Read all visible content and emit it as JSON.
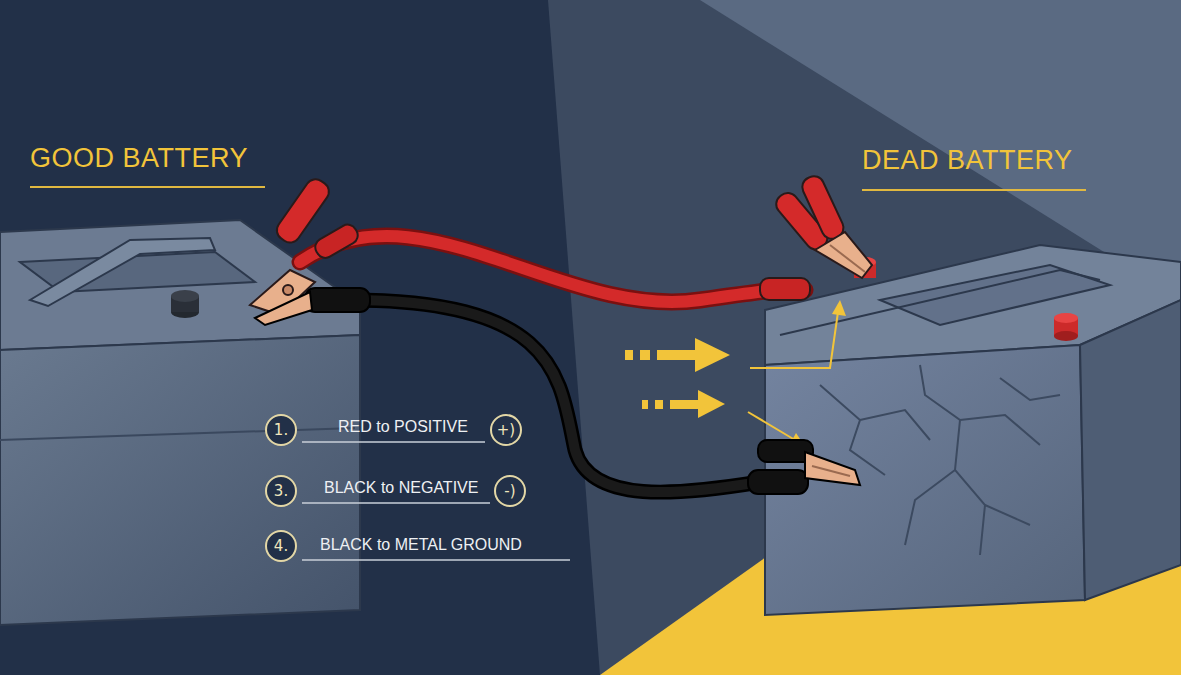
{
  "diagram": {
    "nodes": [
      {
        "text": [
          "1."
        ]
      },
      {
        "text": [
          "+)"
        ]
      },
      {
        "text": [
          "3."
        ]
      },
      {
        "text": [
          "-)"
        ]
      },
      {
        "text": [
          "4."
        ]
      }
    ],
    "labels": [
      "GOOD BATTERY",
      "DEAD BATTERY",
      "RED to POSITIVE",
      "BLACK to NEGATIVE",
      "BLACK to METAL GROUND"
    ]
  }
}
